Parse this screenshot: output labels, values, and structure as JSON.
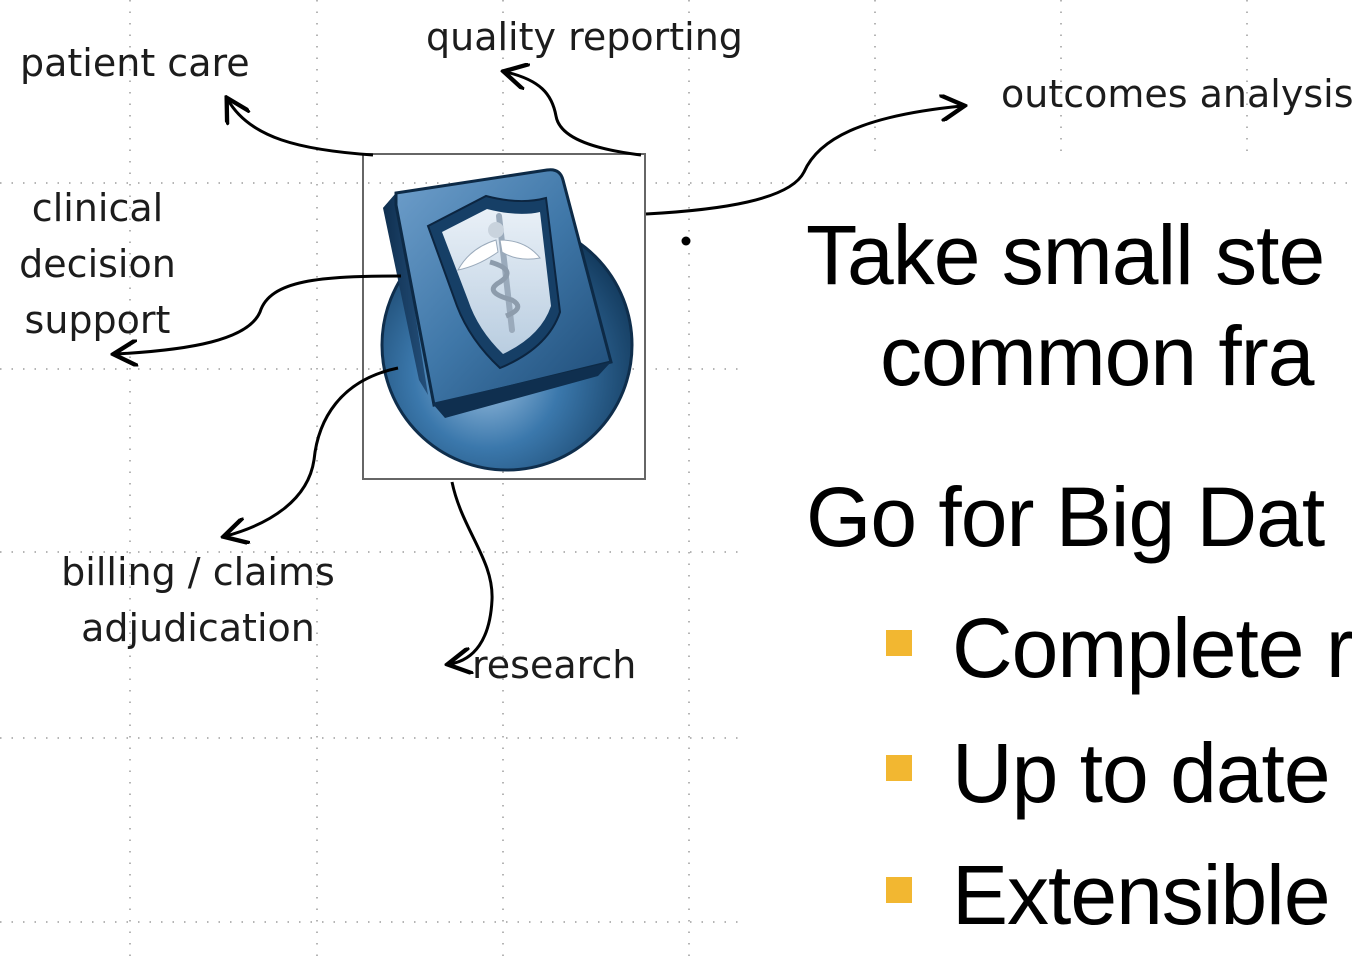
{
  "diagram": {
    "labels": {
      "patient_care": "patient care",
      "quality_reporting": "quality reporting",
      "outcomes_analysis": "outcomes analysis",
      "clinical": "clinical",
      "decision": "decision",
      "support": "support",
      "billing_claims": "billing / claims",
      "adjudication": "adjudication",
      "research": "research"
    },
    "center_icon": "medical-caduceus-shield-icon"
  },
  "slide": {
    "line1": "Take small ste",
    "line2": "common fra",
    "line3": "Go for Big Dat",
    "bullets": [
      "Complete re",
      "Up to date",
      "Extensible"
    ],
    "bullet_color": "#f2b731"
  },
  "colors": {
    "grid": "#b5b5b5",
    "icon_dark": "#153f63",
    "icon_mid": "#2f6a9c",
    "icon_light": "#8fb6d8"
  }
}
